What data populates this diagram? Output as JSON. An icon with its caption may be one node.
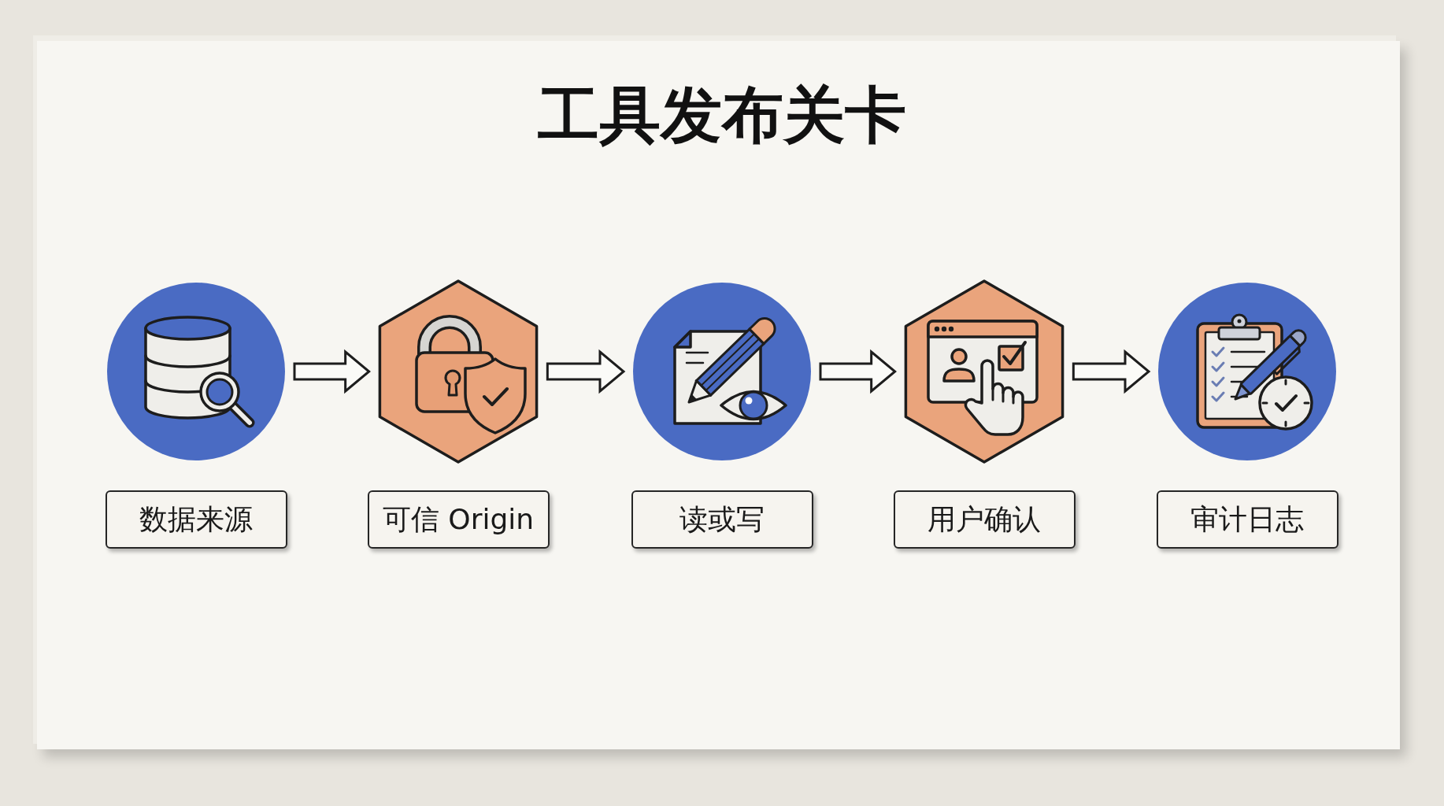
{
  "diagram": {
    "title": "工具发布关卡",
    "nodes": [
      {
        "text": [],
        "shape": "circle"
      },
      {
        "text": [],
        "shape": "hexagon"
      },
      {
        "text": [],
        "shape": "circle"
      },
      {
        "text": [],
        "shape": "hexagon"
      },
      {
        "text": [],
        "shape": "circle"
      },
      {
        "text": [
          "数据来源"
        ]
      },
      {
        "text": [
          "可信 Origin"
        ]
      },
      {
        "text": [
          "读或写"
        ]
      },
      {
        "text": [
          "用户确认"
        ]
      },
      {
        "text": [
          "审计日志"
        ]
      }
    ],
    "edges": [
      {
        "from": 0,
        "to": 1,
        "arrow": "to"
      },
      {
        "from": 1,
        "to": 2,
        "arrow": "to"
      },
      {
        "from": 2,
        "to": 3,
        "arrow": "to"
      },
      {
        "from": 3,
        "to": 4,
        "arrow": "to"
      }
    ]
  }
}
